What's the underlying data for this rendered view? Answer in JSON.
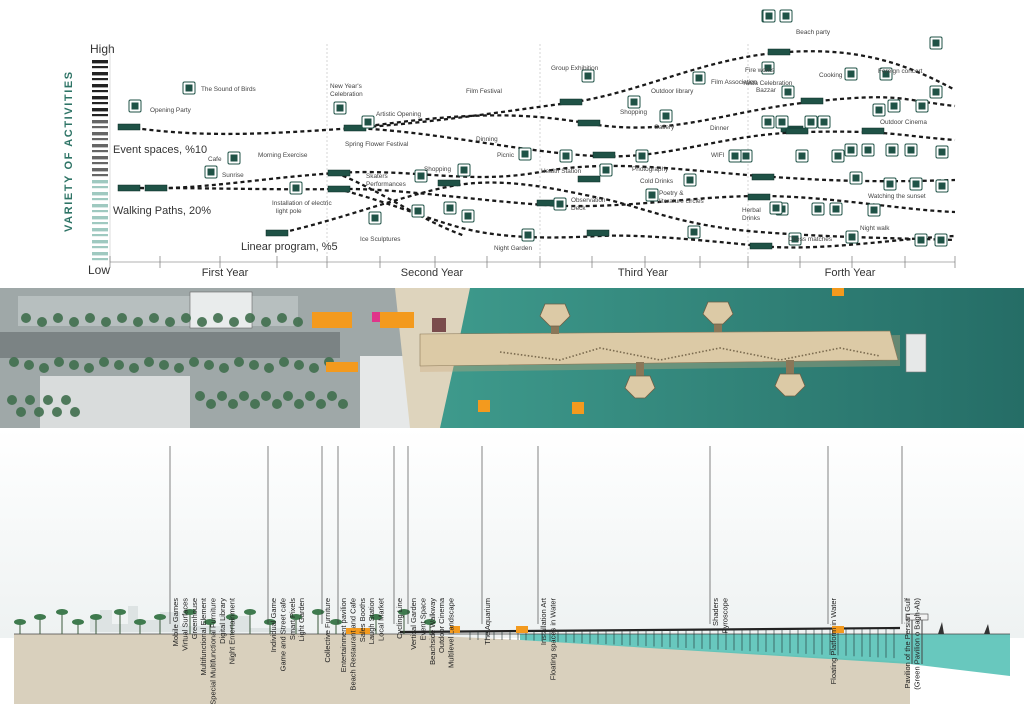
{
  "diagram": {
    "y_axis_title": "Variety of activities",
    "y_high": "High",
    "y_low": "Low",
    "x_periods": [
      "First Year",
      "Second Year",
      "Third Year",
      "Forth Year"
    ],
    "series_labels": [
      {
        "id": "event",
        "text": "Event spaces, %10"
      },
      {
        "id": "walk",
        "text": "Walking Paths, 20%"
      },
      {
        "id": "linear",
        "text": "Linear program, %5"
      }
    ],
    "activities": [
      {
        "id": "opening-party",
        "text": "Opening Party"
      },
      {
        "id": "sound-of-birds",
        "text": "The Sound of Birds"
      },
      {
        "id": "cafe",
        "text": "Cafe"
      },
      {
        "id": "sunrise",
        "text": "Sunrise"
      },
      {
        "id": "morning-exercise",
        "text": "Morning Exercise"
      },
      {
        "id": "light-pole",
        "text": "Installation of electric light pole"
      },
      {
        "id": "new-years",
        "text": "New Year's Celebration"
      },
      {
        "id": "artistic-opening",
        "text": "Artistic Opening"
      },
      {
        "id": "spring-flower",
        "text": "Spring Flower Festival"
      },
      {
        "id": "skaters",
        "text": "Skaters Performances"
      },
      {
        "id": "ice-sculptures",
        "text": "Ice Sculptures"
      },
      {
        "id": "shopping-1",
        "text": "Shopping"
      },
      {
        "id": "film-festival",
        "text": "Film Festival"
      },
      {
        "id": "dinning",
        "text": "Dinning"
      },
      {
        "id": "picnic",
        "text": "Picnic"
      },
      {
        "id": "night-garden",
        "text": "Night Garden"
      },
      {
        "id": "group-exhibition",
        "text": "Group Exhibition"
      },
      {
        "id": "health-station",
        "text": "Health Station"
      },
      {
        "id": "observation-deck",
        "text": "Observation Deck"
      },
      {
        "id": "shopping-2",
        "text": "Shopping"
      },
      {
        "id": "outdoor-library",
        "text": "Outdoor library"
      },
      {
        "id": "gallery",
        "text": "Gallery"
      },
      {
        "id": "photography",
        "text": "Photography"
      },
      {
        "id": "cold-drinks",
        "text": "Cold Drinks"
      },
      {
        "id": "poetry",
        "text": "Poetry & literature circles"
      },
      {
        "id": "film-association",
        "text": "Film Association"
      },
      {
        "id": "dinner",
        "text": "Dinner"
      },
      {
        "id": "wifi",
        "text": "WIFI"
      },
      {
        "id": "fire-works",
        "text": "Fire works"
      },
      {
        "id": "yalda",
        "text": "Yalda Celebration"
      },
      {
        "id": "bazzar",
        "text": "Bazzar"
      },
      {
        "id": "herbal-drinks",
        "text": "Herbal Drinks"
      },
      {
        "id": "chess",
        "text": "Chess matches"
      },
      {
        "id": "beach-party",
        "text": "Beach party"
      },
      {
        "id": "cooking",
        "text": "Cooking"
      },
      {
        "id": "foreign-concert",
        "text": "Foreign concert"
      },
      {
        "id": "outdoor-cinema",
        "text": "Outdoor Cinema"
      },
      {
        "id": "watching-sunset",
        "text": "Watching the sunset"
      },
      {
        "id": "night-walk",
        "text": "Night walk"
      }
    ]
  },
  "section": {
    "groups": [
      {
        "id": "g1",
        "lines": [
          "Mobile Games",
          "Virtual Surfaces",
          "Greenhouse",
          "Multifunctional Element",
          "Special Multifunctional Furniture",
          "Digital Library",
          "Night Entertainment"
        ]
      },
      {
        "id": "g2",
        "lines": [
          "Individual Game",
          "Game and Street cafe",
          "Smart Pixels",
          "Light Garden"
        ]
      },
      {
        "id": "g3",
        "lines": [
          "Collective Furniture"
        ]
      },
      {
        "id": "g4",
        "lines": [
          "Entertainment pavilion",
          "Beach Restaurant and Cafe",
          "Sales Booths",
          "Laugh Station",
          "Local Market"
        ]
      },
      {
        "id": "g5",
        "lines": [
          "Cycling Line"
        ]
      },
      {
        "id": "g6",
        "lines": [
          "Vertical Garden",
          "Event Space",
          "Beachside Walkway",
          "Outdoor Cinema",
          "Multilevel Landscape"
        ]
      },
      {
        "id": "g7",
        "lines": [
          "The Aquarium"
        ]
      },
      {
        "id": "g8",
        "lines": [
          "Installation Art",
          "Floating spaces in Water"
        ]
      },
      {
        "id": "g9",
        "lines": [
          "Shaders",
          "Pyroscope"
        ]
      },
      {
        "id": "g10",
        "lines": [
          "Floating Platform in Water"
        ]
      },
      {
        "id": "g11",
        "lines": [
          "Pavilion of the Persian Gulf",
          "(Green Pavilion o Bagh-Ab)"
        ]
      }
    ]
  },
  "colors": {
    "accent": "#2e7466",
    "bar": "#1f5246",
    "sea": "#2f8f83",
    "sand": "#d8cdb8",
    "ground": "#d9d0bd",
    "deck": "#d8c6a4",
    "orange": "#f39a1e"
  }
}
